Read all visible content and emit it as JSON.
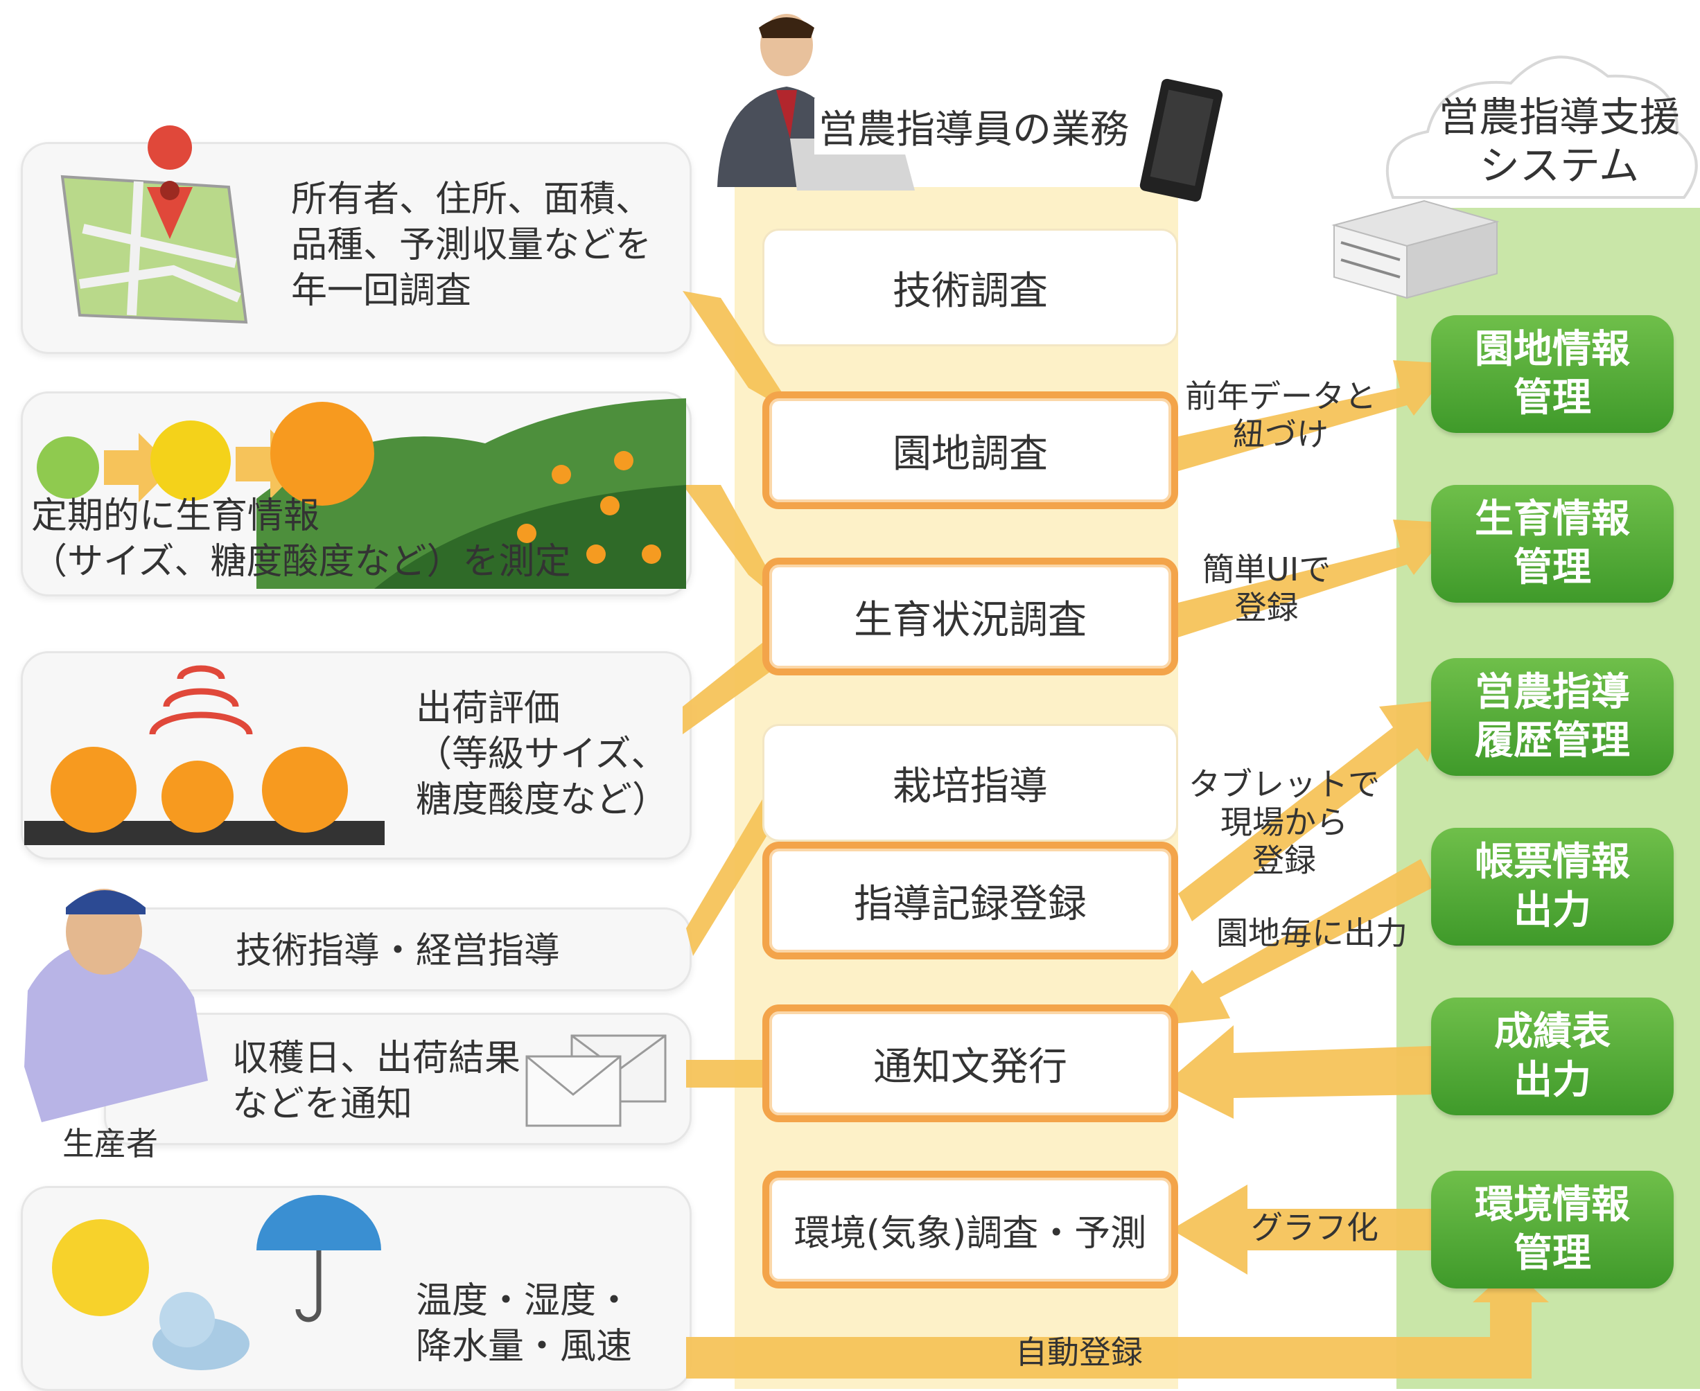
{
  "center_header": "営農指導員の業務",
  "cloud": {
    "line1": "営農指導支援",
    "line2": "システム"
  },
  "left_cards": [
    {
      "lines": [
        "所有者、住所、面積、",
        "品種、予測収量などを",
        "年一回調査"
      ]
    },
    {
      "lines": [
        "定期的に生育情報",
        "（サイズ、糖度酸度など）を測定"
      ]
    },
    {
      "lines": [
        "出荷評価",
        "（等級サイズ、",
        "糖度酸度など）"
      ]
    },
    {
      "lines": [
        "技術指導・経営指導"
      ]
    },
    {
      "lines": [
        "収穫日、出荷結果",
        "などを通知"
      ]
    },
    {
      "lines": [
        "温度・湿度・",
        "降水量・風速"
      ]
    }
  ],
  "producer_label": "生産者",
  "tasks": [
    {
      "label": "技術調査",
      "style": "plain"
    },
    {
      "label": "園地調査",
      "style": "orange"
    },
    {
      "label": "生育状況調査",
      "style": "orange"
    },
    {
      "label": "栽培指導",
      "style": "plain"
    },
    {
      "label": "指導記録登録",
      "style": "orange"
    },
    {
      "label": "通知文発行",
      "style": "orange"
    },
    {
      "label": "環境(気象)調査・予測",
      "style": "orange"
    }
  ],
  "systems": [
    {
      "line1": "園地情報",
      "line2": "管理"
    },
    {
      "line1": "生育情報",
      "line2": "管理"
    },
    {
      "line1": "営農指導",
      "line2": "履歴管理"
    },
    {
      "line1": "帳票情報",
      "line2": "出力"
    },
    {
      "line1": "成績表",
      "line2": "出力"
    },
    {
      "line1": "環境情報",
      "line2": "管理"
    }
  ],
  "arrow_labels": {
    "a1": [
      "前年データと",
      "紐づけ"
    ],
    "a2": [
      "簡単UIで",
      "登録"
    ],
    "a3": [
      "タブレットで",
      "現場から",
      "登録"
    ],
    "a4": [
      "園地毎に出力"
    ],
    "a5": [
      "グラフ化"
    ],
    "a6": [
      "自動登録"
    ]
  },
  "colors": {
    "task_border": "#f3a44a",
    "arrow": "#f6c35a",
    "system_green": "#4fa935",
    "center_bg": "#fdf1c8",
    "right_bg": "#c9e6a8"
  }
}
